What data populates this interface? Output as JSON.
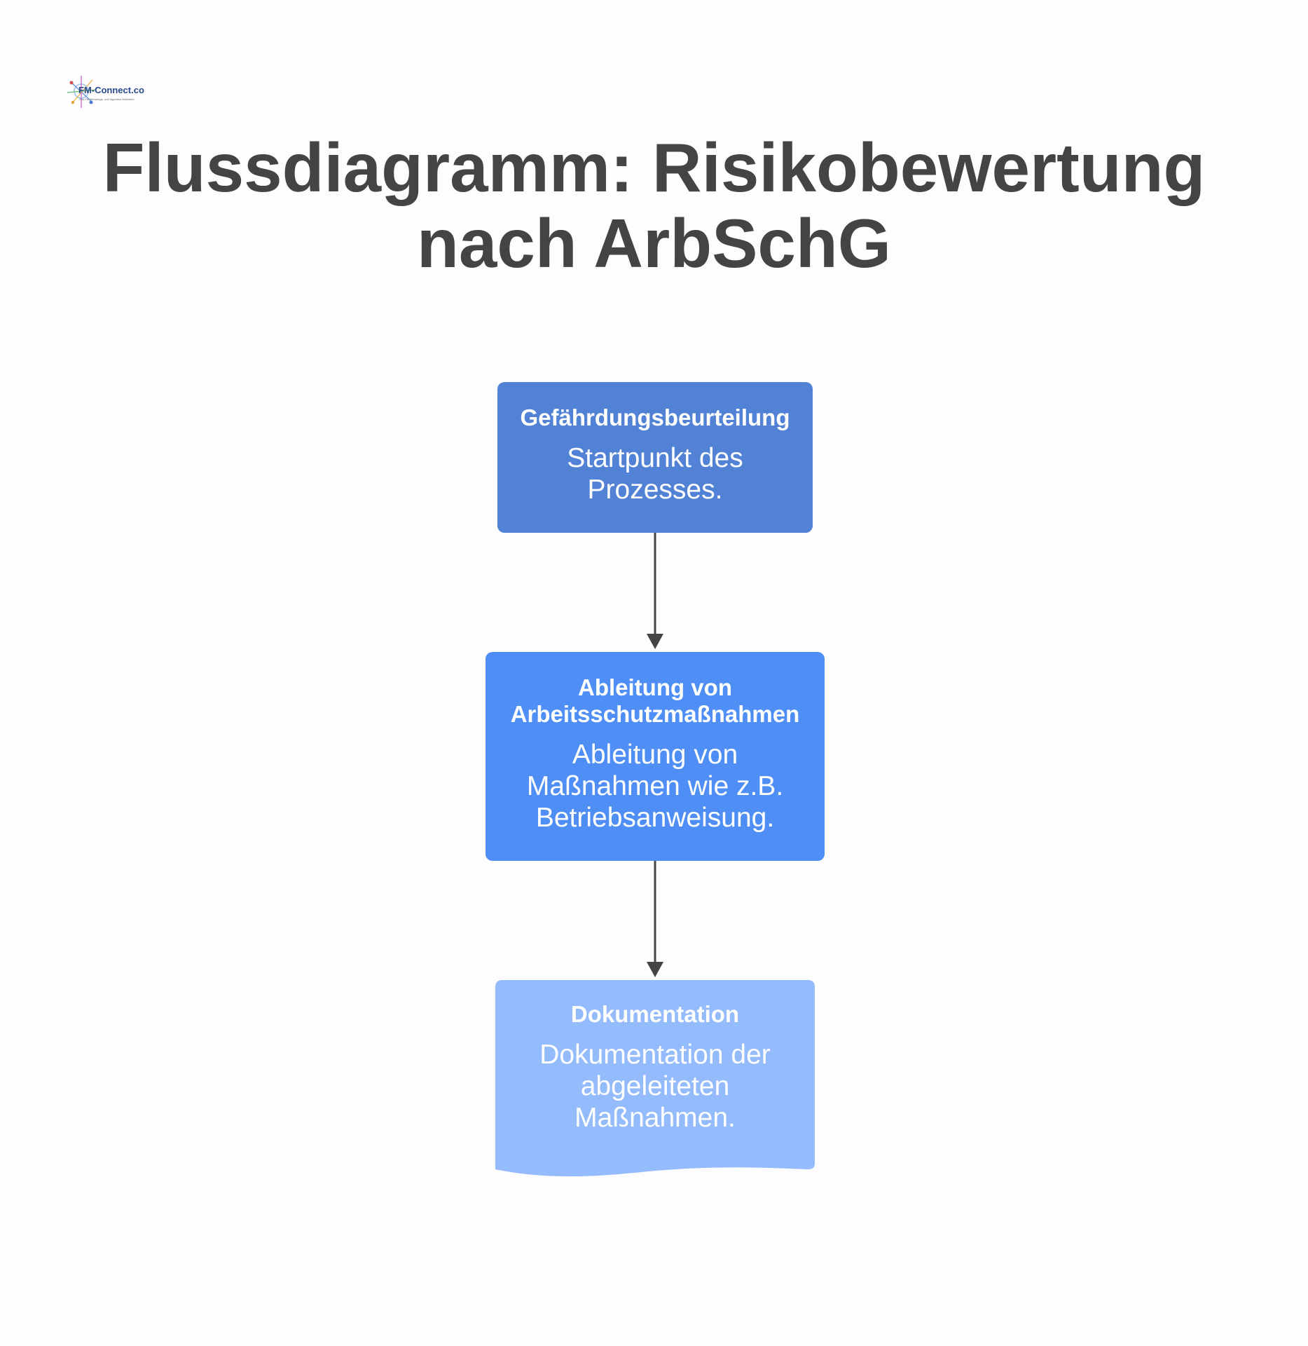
{
  "logo": {
    "text": "FM-Connect.com",
    "tagline": "Das FM-Beratungs- und Ingenieur-Netzwerk"
  },
  "title": "Flussdiagramm: Risikobewertung nach ArbSchG",
  "steps": [
    {
      "title": "Gefährdungsbeurteilung",
      "description": "Startpunkt des Prozesses.",
      "color": "#5282d6"
    },
    {
      "title": "Ableitung von Arbeitsschutzmaßnahmen",
      "description": "Ableitung von Maßnahmen wie z.B. Betriebsanweisung.",
      "color": "#4f8ff5"
    },
    {
      "title": "Dokumentation",
      "description": "Dokumentation der abgeleiteten Maßnahmen.",
      "color": "#94bbfb",
      "shape": "document"
    }
  ],
  "connector_color": "#444444"
}
